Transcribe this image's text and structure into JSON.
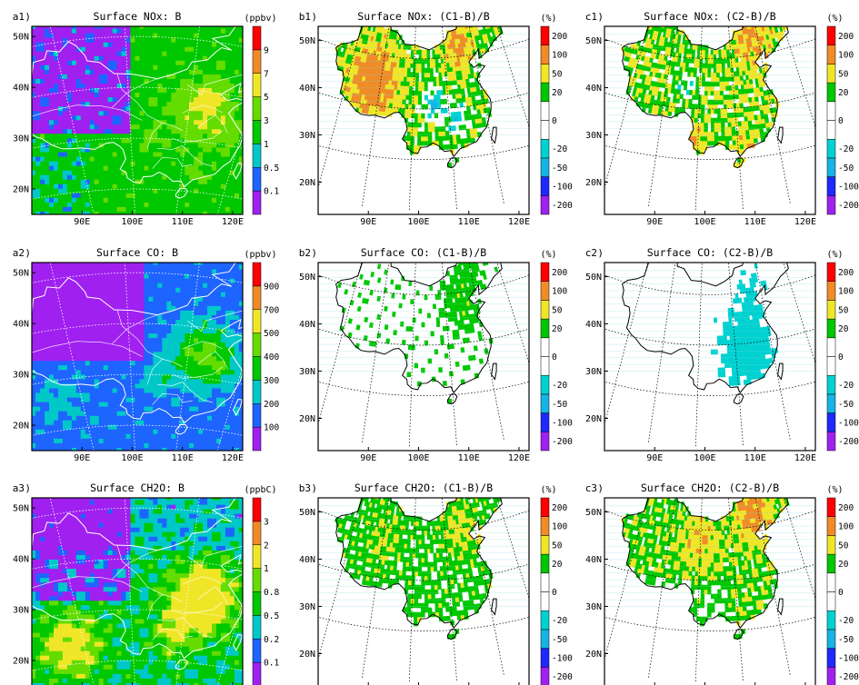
{
  "figure": {
    "panels": [
      {
        "id": "a1",
        "title": "Surface NOx: B",
        "unit": "(ppbv)",
        "kind": "abs",
        "field": "nox",
        "levels": [
          "0.1",
          "0.5",
          "1",
          "3",
          "5",
          "7",
          "9"
        ],
        "colors": [
          "#a020f0",
          "#1e64ff",
          "#00c8c8",
          "#00c800",
          "#64dc00",
          "#f0e628",
          "#f08c28",
          "#ff0000"
        ]
      },
      {
        "id": "b1",
        "title": "Surface NOx: (C1-B)/B",
        "unit": "(%)",
        "kind": "pct",
        "field": "noxc1"
      },
      {
        "id": "c1",
        "title": "Surface NOx: (C2-B)/B",
        "unit": "(%)",
        "kind": "pct",
        "field": "noxc2"
      },
      {
        "id": "a2",
        "title": "Surface CO: B",
        "unit": "(ppbv)",
        "kind": "abs",
        "field": "co",
        "levels": [
          "100",
          "200",
          "300",
          "400",
          "500",
          "700",
          "900"
        ],
        "colors": [
          "#a020f0",
          "#1e64ff",
          "#00c8c8",
          "#00c800",
          "#64dc00",
          "#f0e628",
          "#f08c28",
          "#ff0000"
        ]
      },
      {
        "id": "b2",
        "title": "Surface CO: (C1-B)/B",
        "unit": "(%)",
        "kind": "pct",
        "field": "coc1"
      },
      {
        "id": "c2",
        "title": "Surface CO: (C2-B)/B",
        "unit": "(%)",
        "kind": "pct",
        "field": "coc2"
      },
      {
        "id": "a3",
        "title": "Surface CH2O: B",
        "unit": "(ppbC)",
        "kind": "abs",
        "field": "ch2o",
        "levels": [
          "0.1",
          "0.2",
          "0.5",
          "0.8",
          "1",
          "2",
          "3"
        ],
        "colors": [
          "#a020f0",
          "#1e64ff",
          "#00c8c8",
          "#00c800",
          "#64dc00",
          "#f0e628",
          "#f08c28",
          "#ff0000"
        ]
      },
      {
        "id": "b3",
        "title": "Surface CH2O: (C1-B)/B",
        "unit": "(%)",
        "kind": "pct",
        "field": "ch2oc1"
      },
      {
        "id": "c3",
        "title": "Surface CH2O: (C2-B)/B",
        "unit": "(%)",
        "kind": "pct",
        "field": "ch2oc2"
      }
    ],
    "pct_levels": [
      "-200",
      "-100",
      "-50",
      "-20",
      "0",
      "20",
      "50",
      "100",
      "200"
    ],
    "pct_colors": [
      "#a020f0",
      "#1e28ff",
      "#14b4e6",
      "#00d2d2",
      "#ffffff",
      "#ffffff",
      "#00c800",
      "#f0e628",
      "#f08c28",
      "#ff0000"
    ],
    "lat_ticks": [
      "20N",
      "30N",
      "40N",
      "50N"
    ],
    "lon_ticks": [
      "90E",
      "100E",
      "110E",
      "120E"
    ]
  },
  "chart_data": [
    {
      "type": "heatmap",
      "panel": "a1",
      "title": "Surface NOx: B",
      "unit": "ppbv",
      "x_range": [
        "80E",
        "122E"
      ],
      "y_range": [
        "15N",
        "52N"
      ],
      "levels": [
        0.1,
        0.5,
        1,
        3,
        5,
        7,
        9
      ]
    },
    {
      "type": "heatmap",
      "panel": "b1",
      "title": "Surface NOx: (C1-B)/B",
      "unit": "%",
      "levels": [
        -200,
        -100,
        -50,
        -20,
        0,
        20,
        50,
        100,
        200
      ]
    },
    {
      "type": "heatmap",
      "panel": "c1",
      "title": "Surface NOx: (C2-B)/B",
      "unit": "%",
      "levels": [
        -200,
        -100,
        -50,
        -20,
        0,
        20,
        50,
        100,
        200
      ]
    },
    {
      "type": "heatmap",
      "panel": "a2",
      "title": "Surface CO: B",
      "unit": "ppbv",
      "levels": [
        100,
        200,
        300,
        400,
        500,
        700,
        900
      ]
    },
    {
      "type": "heatmap",
      "panel": "b2",
      "title": "Surface CO: (C1-B)/B",
      "unit": "%",
      "levels": [
        -200,
        -100,
        -50,
        -20,
        0,
        20,
        50,
        100,
        200
      ]
    },
    {
      "type": "heatmap",
      "panel": "c2",
      "title": "Surface CO: (C2-B)/B",
      "unit": "%",
      "levels": [
        -200,
        -100,
        -50,
        -20,
        0,
        20,
        50,
        100,
        200
      ]
    },
    {
      "type": "heatmap",
      "panel": "a3",
      "title": "Surface CH2O: B",
      "unit": "ppbC",
      "levels": [
        0.1,
        0.2,
        0.5,
        0.8,
        1,
        2,
        3
      ]
    },
    {
      "type": "heatmap",
      "panel": "b3",
      "title": "Surface CH2O: (C1-B)/B",
      "unit": "%",
      "levels": [
        -200,
        -100,
        -50,
        -20,
        0,
        20,
        50,
        100,
        200
      ]
    },
    {
      "type": "heatmap",
      "panel": "c3",
      "title": "Surface CH2O: (C2-B)/B",
      "unit": "%",
      "levels": [
        -200,
        -100,
        -50,
        -20,
        0,
        20,
        50,
        100,
        200
      ]
    }
  ]
}
